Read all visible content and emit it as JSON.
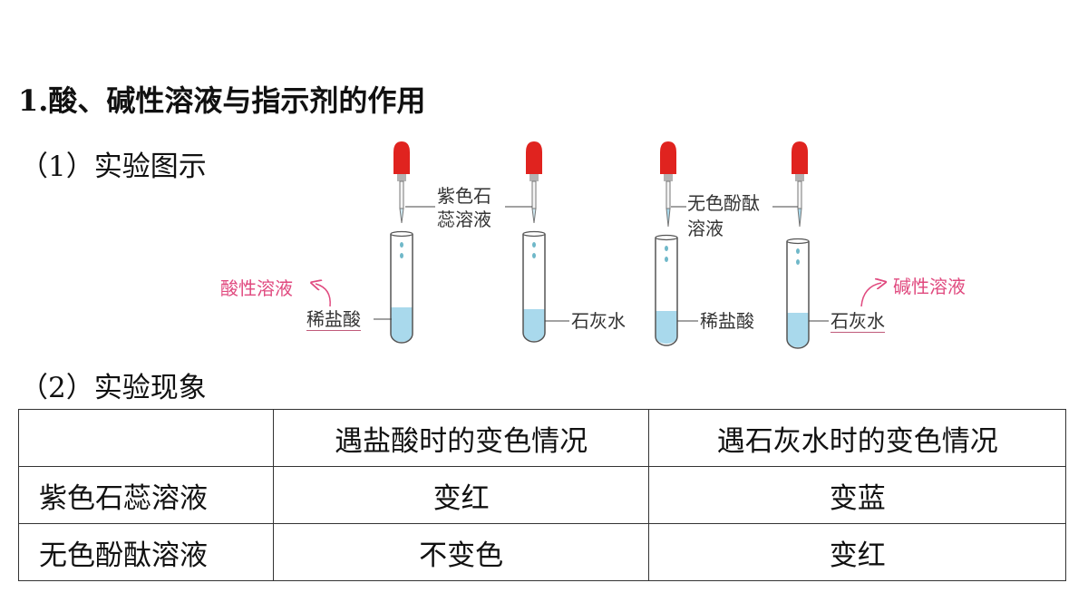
{
  "heading": "1.酸、碱性溶液与指示剂的作用",
  "section1_title": "（1）实验图示",
  "section2_title": "（2）实验现象",
  "figure": {
    "dropper1_label": [
      "紫色石",
      "蕊溶液"
    ],
    "dropper2_label": [
      "无色酚酞",
      "溶液"
    ],
    "tube_labels": [
      "稀盐酸",
      "石灰水",
      "稀盐酸",
      "石灰水"
    ],
    "acid_note": "酸性溶液",
    "base_note": "碱性溶液",
    "colors": {
      "bulb": "#e0231f",
      "liquid": "#a9d9ec",
      "pink_note": "#e04a7f",
      "drop": "#6fb8c9"
    }
  },
  "table": {
    "headers": [
      "",
      "遇盐酸时的变色情况",
      "遇石灰水时的变色情况"
    ],
    "rows": [
      {
        "name": "紫色石蕊溶液",
        "acid": "变红",
        "base": "变蓝"
      },
      {
        "name": "无色酚酞溶液",
        "acid": "不变色",
        "base": "变红"
      }
    ]
  }
}
